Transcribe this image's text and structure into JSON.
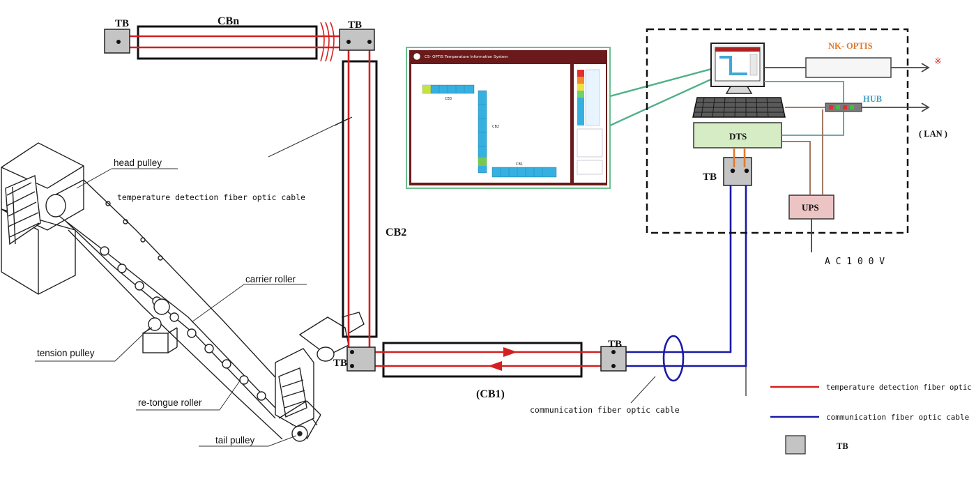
{
  "labels": {
    "tb": "TB",
    "cbn": "CBn",
    "cb2": "CB2",
    "cb1": "(CB1)",
    "head_pulley": "head pulley",
    "carrier_roller": "carrier roller",
    "tension_pulley": "tension pulley",
    "retongue_roller": "re-tongue roller",
    "tail_pulley": "tail pulley",
    "temp_cable": "temperature detection fiber optic cable",
    "comm_cable": "communication fiber optic cable",
    "nk_optis": "NK- OPTIS",
    "hub": "HUB",
    "lan": "( LAN )",
    "dts": "DTS",
    "ups": "UPS",
    "ac100v": "A C 1 0 0 V",
    "mark": "※"
  },
  "screen": {
    "title": "CS- OPTIS Temperature Information System",
    "cb3": "CB3",
    "cb2": "CB2",
    "cb1": "CB1"
  },
  "legend": {
    "temp": "temperature detection fiber optic cable",
    "comm": "communication fiber optic cable",
    "tb": "TB"
  },
  "colors": {
    "temp_cable": "#d42020",
    "comm_cable": "#1a1aa8",
    "tb_fill": "#c4c4c4",
    "dts_fill": "#d6ecc4",
    "ups_fill": "#ecc4c4",
    "screen_border": "#6a1a1a",
    "screen_frame": "#6cc08c",
    "link_green": "#50b088",
    "orange_link": "#e07a30",
    "brown_link": "#9a6a50",
    "teal_link": "#5a9aaa"
  }
}
